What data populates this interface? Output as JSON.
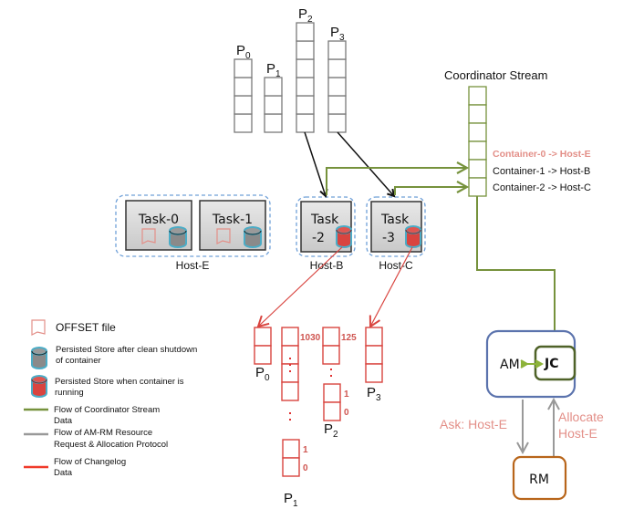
{
  "input_partitions": [
    {
      "name": "P",
      "sub": "0",
      "cells": 4
    },
    {
      "name": "P",
      "sub": "1",
      "cells": 3
    },
    {
      "name": "P",
      "sub": "2",
      "cells": 6
    },
    {
      "name": "P",
      "sub": "3",
      "cells": 5
    }
  ],
  "coordinator": {
    "title": "Coordinator Stream",
    "cells": 6,
    "messages": [
      {
        "text": "Container-0 -> Host-E",
        "highlight": true
      },
      {
        "text": "Container-1 -> Host-B",
        "highlight": false
      },
      {
        "text": "Container-2 -> Host-C",
        "highlight": false
      }
    ]
  },
  "hosts": [
    {
      "name": "Host-E",
      "tasks": [
        {
          "line1": "Task-0",
          "line2": "",
          "store": "stopped",
          "offset_file": true
        },
        {
          "line1": "Task-1",
          "line2": "",
          "store": "stopped",
          "offset_file": true
        }
      ]
    },
    {
      "name": "Host-B",
      "tasks": [
        {
          "line1": "Task",
          "line2": "-2",
          "store": "running",
          "offset_file": false
        }
      ]
    },
    {
      "name": "Host-C",
      "tasks": [
        {
          "line1": "Task",
          "line2": "-3",
          "store": "running",
          "offset_file": false
        }
      ]
    }
  ],
  "changelog_partitions": [
    {
      "name": "P",
      "sub": "0",
      "top_offset": "",
      "bottom_offsets": []
    },
    {
      "name": "P",
      "sub": "1",
      "top_offset": "1030",
      "bottom_offsets": [
        "1",
        "0"
      ]
    },
    {
      "name": "P",
      "sub": "2",
      "top_offset": "125",
      "bottom_offsets": [
        "1",
        "0"
      ]
    },
    {
      "name": "P",
      "sub": "3",
      "top_offset": "",
      "bottom_offsets": []
    }
  ],
  "legend": [
    {
      "icon": "offset-file-icon",
      "line1": "OFFSET file",
      "line2": ""
    },
    {
      "icon": "store-stopped-icon",
      "line1": "Persisted Store after clean shutdown",
      "line2": "of container"
    },
    {
      "icon": "store-running-icon",
      "line1": "Persisted Store when container is",
      "line2": "running"
    },
    {
      "icon": "green-line-icon",
      "line1": "Flow of Coordinator Stream",
      "line2": "Data"
    },
    {
      "icon": "gray-line-icon",
      "line1": "Flow of AM-RM Resource",
      "line2": "Request & Allocation Protocol"
    },
    {
      "icon": "red-line-icon",
      "line1": "Flow of Changelog",
      "line2": "Data"
    }
  ],
  "am": {
    "label": "AM",
    "jc_label": "JC"
  },
  "rm": {
    "label": "RM"
  },
  "protocol": {
    "ask": "Ask: Host-E",
    "allocate_line1": "Allocate",
    "allocate_line2": "Host-E"
  },
  "colors": {
    "green": "#76923c",
    "dark_green": "#4f6228",
    "gray": "#999999",
    "red": "#d9443f",
    "blue_dash": "#6fa0d8",
    "am_border": "#5b73ad",
    "rm_border": "#b8651a",
    "pink_text": "#e38f88",
    "teal": "#4bacc6"
  }
}
